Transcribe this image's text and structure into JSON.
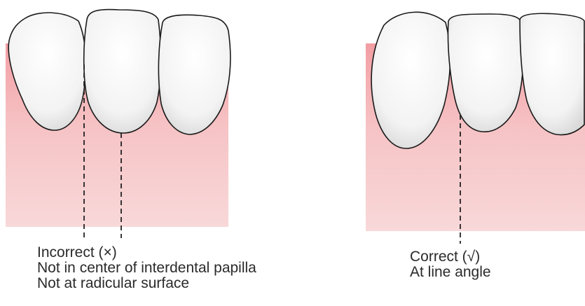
{
  "diagrams": [
    {
      "id": "incorrect",
      "caption_lines": [
        "Incorrect (×)",
        "Not in center of interdental papilla",
        "Not at radicular surface"
      ]
    },
    {
      "id": "correct",
      "caption_lines": [
        "Correct (√)",
        "At line angle"
      ]
    }
  ],
  "colors": {
    "gingiva_light": "#f7d3d4",
    "gingiva_dark": "#ec9ea2",
    "tooth_fill": "#fafafa",
    "tooth_shade": "#dcdcdc",
    "outline": "#1a1a1a"
  }
}
